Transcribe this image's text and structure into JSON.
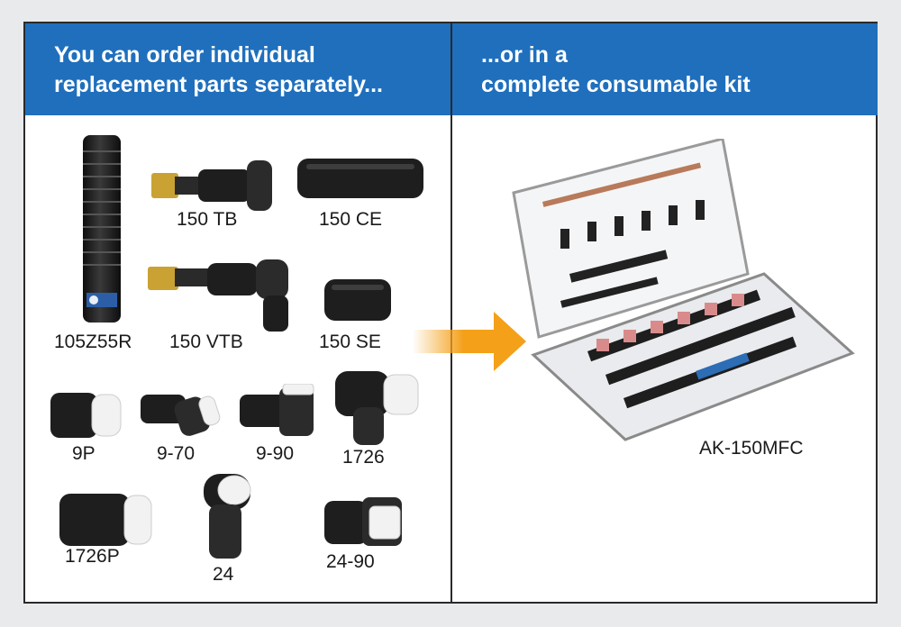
{
  "left_panel": {
    "header_line1": "You can order individual",
    "header_line2": "replacement parts separately..."
  },
  "right_panel": {
    "header_line1": "...or in a",
    "header_line2": "complete consumable kit"
  },
  "parts": {
    "p105z55r": "105Z55R",
    "p150tb": "150 TB",
    "p150ce": "150 CE",
    "p150vtb": "150 VTB",
    "p150se": "150 SE",
    "p9p": "9P",
    "p970": "9-70",
    "p990": "9-90",
    "p1726": "1726",
    "p1726p": "1726P",
    "p24": "24",
    "p2490": "24-90"
  },
  "kit": {
    "label": "AK-150MFC"
  },
  "colors": {
    "header_bg": "#1f6fbd",
    "arrow": "#f4a019",
    "part_black": "#1e1e1e",
    "ceramic": "#f2f2f2",
    "brass": "#c9a233"
  }
}
